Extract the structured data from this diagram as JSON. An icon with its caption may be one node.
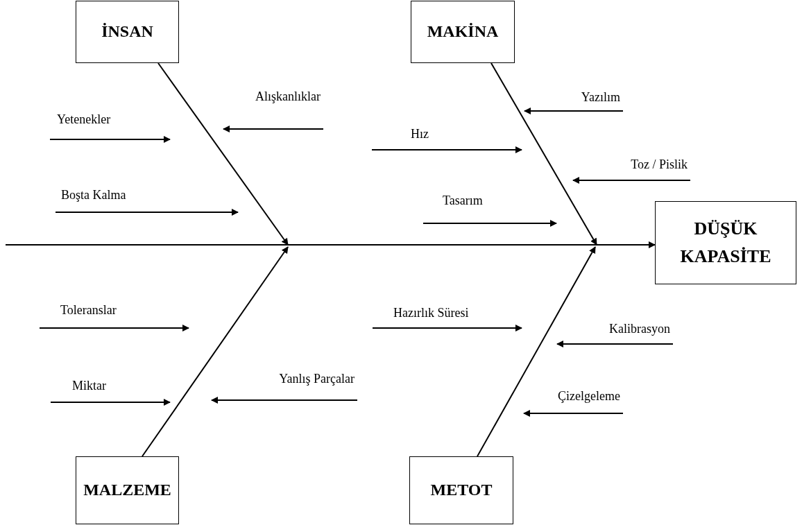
{
  "diagram": {
    "nodes": [
      {
        "text": [
          "İNSAN"
        ]
      },
      {
        "text": [
          "MAKİNA"
        ]
      },
      {
        "text": [
          "Yazılım"
        ]
      },
      {
        "text": [
          "Alışkanlıklar"
        ]
      },
      {
        "text": [
          "Yetenekler"
        ]
      },
      {
        "text": [
          "Hız"
        ]
      },
      {
        "text": [
          "Toz / Pislik"
        ]
      },
      {
        "text": [
          "Boşta Kalma"
        ]
      },
      {
        "text": [
          "Tasarım"
        ]
      },
      {
        "text": [
          "DÜŞÜK KAPASİTE"
        ]
      },
      {
        "text": [
          "Toleranslar"
        ]
      },
      {
        "text": [
          "Hazırlık Süresi"
        ]
      },
      {
        "text": [
          "Kalibrasyon"
        ]
      },
      {
        "text": [
          "Yanlış Parçalar"
        ]
      },
      {
        "text": [
          "Miktar"
        ]
      },
      {
        "text": [
          "Çizelgeleme"
        ]
      },
      {
        "text": [
          "MALZEME"
        ]
      },
      {
        "text": [
          "METOT"
        ]
      }
    ],
    "edges": [
      {
        "from": null,
        "to": 9,
        "arrow": "to"
      },
      {
        "from": 0,
        "to": null,
        "arrow": "to"
      },
      {
        "from": 1,
        "to": null,
        "arrow": "to"
      },
      {
        "from": 16,
        "to": null,
        "arrow": "to"
      },
      {
        "from": 17,
        "to": null,
        "arrow": "to"
      },
      {
        "from": 2,
        "to": null,
        "arrow": "to"
      },
      {
        "from": 3,
        "to": null,
        "arrow": "to"
      },
      {
        "from": 4,
        "to": null,
        "arrow": "to"
      },
      {
        "from": 5,
        "to": null,
        "arrow": "to"
      },
      {
        "from": 6,
        "to": null,
        "arrow": "to"
      },
      {
        "from": 7,
        "to": null,
        "arrow": "to"
      },
      {
        "from": 8,
        "to": null,
        "arrow": "to"
      },
      {
        "from": 10,
        "to": null,
        "arrow": "to"
      },
      {
        "from": 11,
        "to": null,
        "arrow": "to"
      },
      {
        "from": 12,
        "to": null,
        "arrow": "to"
      },
      {
        "from": 13,
        "to": null,
        "arrow": "to"
      },
      {
        "from": 14,
        "to": null,
        "arrow": "to"
      },
      {
        "from": 15,
        "to": null,
        "arrow": "to"
      }
    ]
  }
}
